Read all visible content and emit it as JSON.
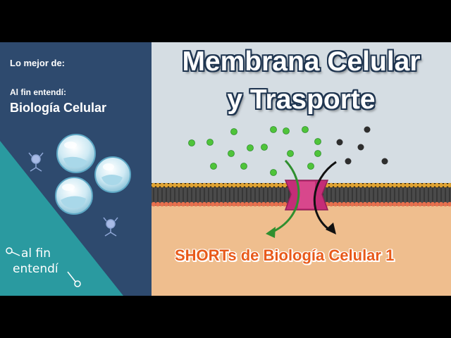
{
  "sidebar": {
    "best_of": "Lo mejor de:",
    "subtitle": "Al fin entendí:",
    "series": "Biología Celular"
  },
  "brand": {
    "line1": "al fin",
    "line2": "entendí"
  },
  "main": {
    "title_line1": "Membrana Celular",
    "title_line2": "y Trasporte",
    "series_label": "SHORTs de Biología Celular 1"
  },
  "colors": {
    "sidebar": "#2e4a6e",
    "teal": "#2a9aa0",
    "sky": "#d5dde3",
    "cell_interior": "#efbe8e",
    "lipid_head_top": "#e0a332",
    "lipid_head_bottom": "#e8714f",
    "protein_channel": "#c42d77",
    "green_particle": "#4fc43a",
    "dark_particle": "#2e2e2e",
    "title_text": "#ffffff",
    "series_text": "#e85a1a"
  },
  "icons": [
    "vesicle-icon",
    "bacteriophage-icon",
    "green-arrow-icon",
    "black-arrow-icon",
    "brand-molecule-icon"
  ]
}
